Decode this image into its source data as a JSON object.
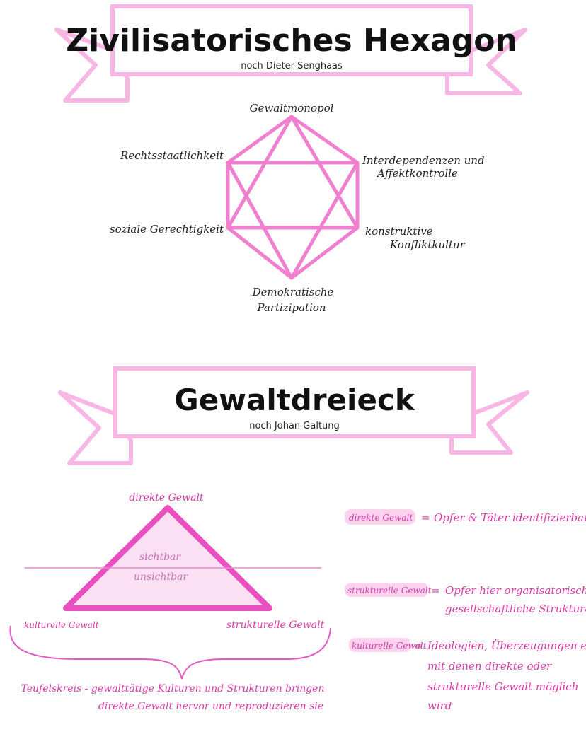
{
  "hexagon_section": {
    "title": "Zivilisatorisches Hexagon",
    "subtitle": "noch Dieter Senghaas",
    "vertices": {
      "top": "Gewaltmonopol",
      "upper_left": "Rechtsstaatlichkeit",
      "upper_right_line1": "Interdependenzen und",
      "upper_right_line2": "Affektkontrolle",
      "lower_left": "soziale Gerechtigkeit",
      "lower_right_line1": "konstruktive",
      "lower_right_line2": "Konfliktkultur",
      "bottom_line1": "Demokratische",
      "bottom_line2": "Partizipation"
    }
  },
  "triangle_section": {
    "title": "Gewaltdreieck",
    "subtitle": "noch Johan Galtung",
    "triangle": {
      "top_label": "direkte Gewalt",
      "left_label": "kulturelle Gewalt",
      "right_label": "strukturelle Gewalt",
      "above_line": "sichtbar",
      "below_line": "unsichtbar"
    },
    "brace_note_line1": "Teufelskreis - gewalttätige Kulturen und Strukturen bringen",
    "brace_note_line2": "direkte Gewalt hervor und reproduzieren sie",
    "definitions": [
      {
        "term": "direkte Gewalt",
        "eq": "=",
        "lines": [
          "Opfer & Täter identifizierbar"
        ]
      },
      {
        "term": "strukturelle Gewalt",
        "eq": "=",
        "lines": [
          "Opfer hier organisatorische oder",
          "gesellschaftliche Strukturen"
        ]
      },
      {
        "term": "kulturelle Gewalt",
        "eq": "=",
        "lines": [
          "Ideologien, Überzeugungen etc.",
          "mit denen direkte oder",
          "strukturelle Gewalt möglich",
          "wird"
        ]
      }
    ]
  },
  "colors": {
    "banner_pink": "#f7b6e3",
    "hexagon_pink": "#f07fd0",
    "triangle_pink": "#ea4fc0",
    "triangle_fill": "#fbe0f3",
    "text_pink": "#d63aa8",
    "highlight_pink": "#fbd3ef"
  }
}
